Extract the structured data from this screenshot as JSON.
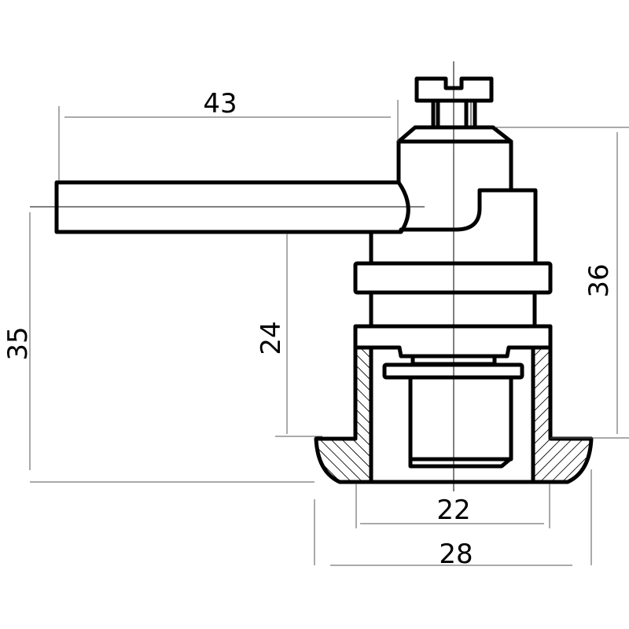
{
  "drawing": {
    "dimensions": {
      "handle_length": "43",
      "total_height_from_handle": "35",
      "handle_to_flange": "24",
      "body_height": "36",
      "inner_diameter": "22",
      "flange_diameter": "28"
    },
    "colors": {
      "line": "#000000",
      "dimension": "#555555",
      "background": "#ffffff"
    }
  }
}
